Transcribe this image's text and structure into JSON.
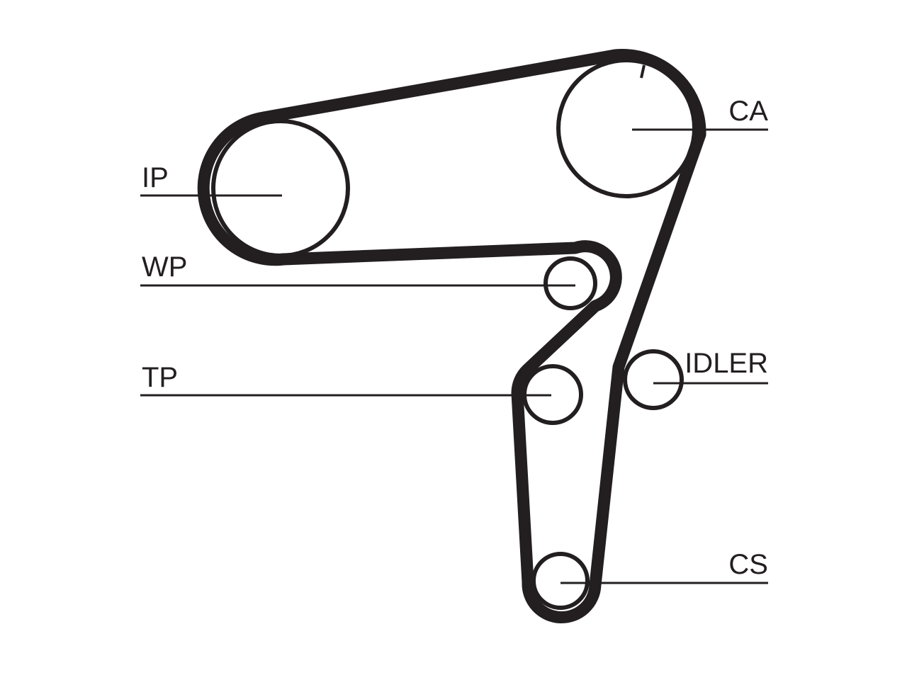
{
  "labels": {
    "ip": "IP",
    "ca": "CA",
    "wp": "WP",
    "tp": "TP",
    "idler": "IDLER",
    "cs": "CS"
  },
  "colors": {
    "line": "#231f20",
    "background": "#ffffff"
  }
}
